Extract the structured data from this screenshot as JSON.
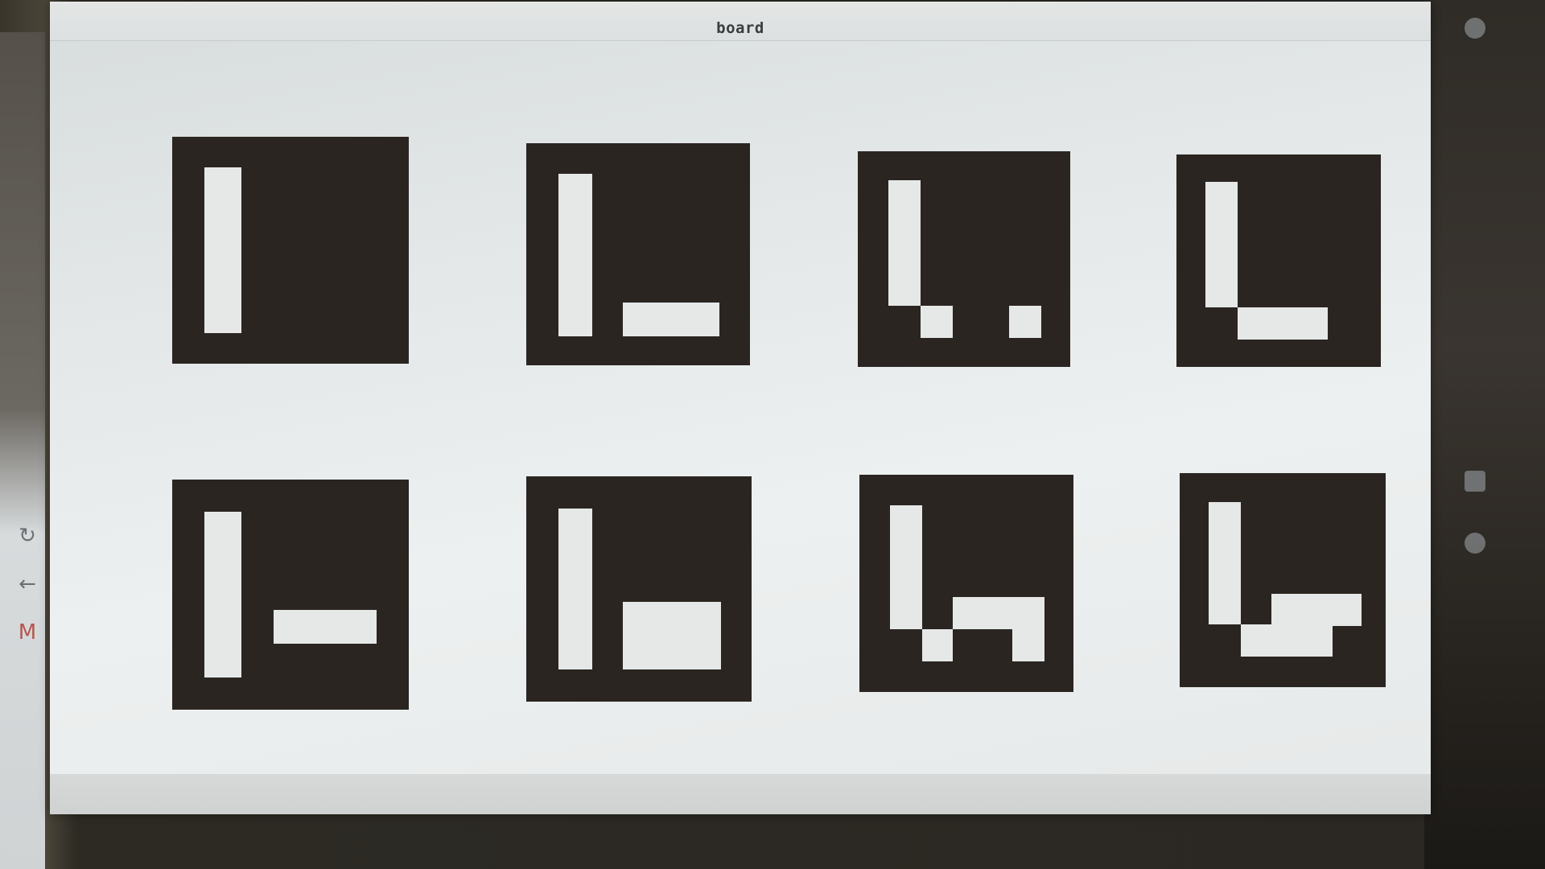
{
  "window": {
    "title": "board"
  },
  "colors": {
    "marker_black": "#2a2521",
    "marker_white": "#e6e8e8",
    "window_background": "#e3e7e7"
  },
  "side_icons": [
    "refresh-icon",
    "back-arrow-icon",
    "mail-icon"
  ],
  "markers": [
    {
      "name": "marker-1",
      "row": 1,
      "column": 1
    },
    {
      "name": "marker-2",
      "row": 1,
      "column": 2
    },
    {
      "name": "marker-3",
      "row": 1,
      "column": 3
    },
    {
      "name": "marker-4",
      "row": 1,
      "column": 4
    },
    {
      "name": "marker-5",
      "row": 2,
      "column": 1
    },
    {
      "name": "marker-6",
      "row": 2,
      "column": 2
    },
    {
      "name": "marker-7",
      "row": 2,
      "column": 3
    },
    {
      "name": "marker-8",
      "row": 2,
      "column": 4
    }
  ]
}
